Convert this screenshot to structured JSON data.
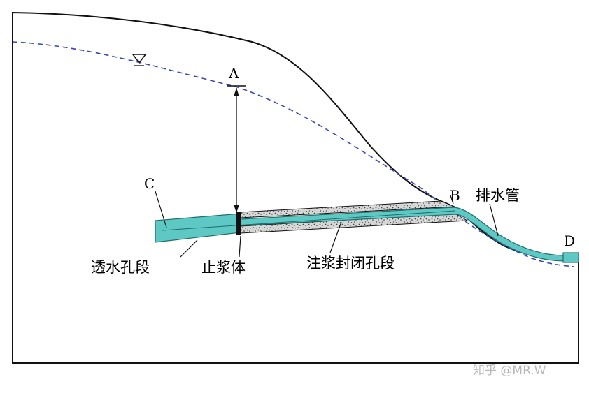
{
  "labels": {
    "point_a": "A",
    "point_b": "B",
    "point_c": "C",
    "point_d": "D",
    "drain_pipe": "排水管",
    "permeable_section": "透水孔段",
    "grout_stop": "止浆体",
    "grouted_sealed_section": "注浆封闭孔段"
  },
  "watermark": "知乎 @MR.W",
  "colors": {
    "pipe_fill": "#5ec9c4",
    "pipe_stroke": "#1f6e6c",
    "water_table": "#3a46b4",
    "outline": "#111111",
    "grout_plug": "#111111"
  },
  "icons": {
    "water_level_marker": "inverted-triangle-icon"
  }
}
